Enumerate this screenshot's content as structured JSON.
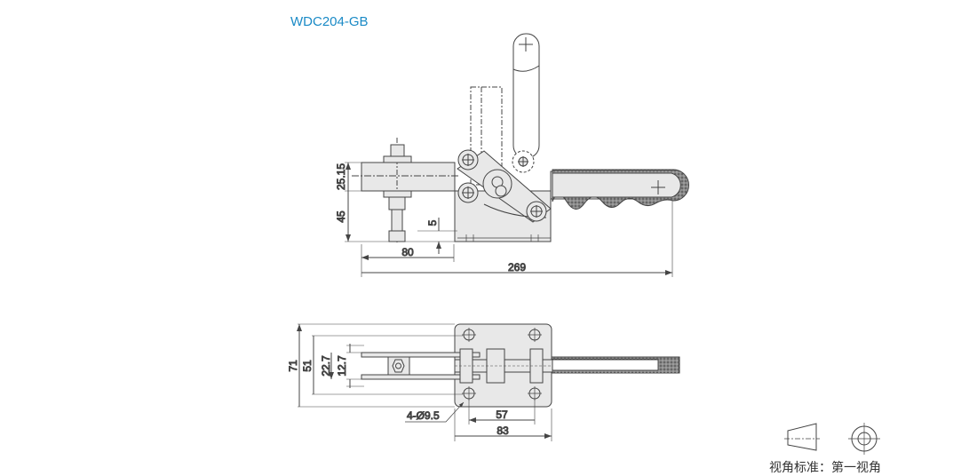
{
  "title": "WDC204-GB",
  "side_view": {
    "dims": {
      "height_arm": "25.15",
      "height_base": "45",
      "offset": "5",
      "reach": "80",
      "overall_length": "269"
    }
  },
  "top_view": {
    "dims": {
      "overall_width": "71",
      "hole_spacing_y": "51",
      "arm_outer": "22.7",
      "arm_inner": "12.7",
      "holes": "4-Ø9.5",
      "hole_spacing_x": "57",
      "base_width": "83"
    }
  },
  "projection": {
    "label": "视角标准：第一视角"
  },
  "colors": {
    "title": "#1a8ac6",
    "fill": "#e8e8e8",
    "line": "#444444"
  }
}
